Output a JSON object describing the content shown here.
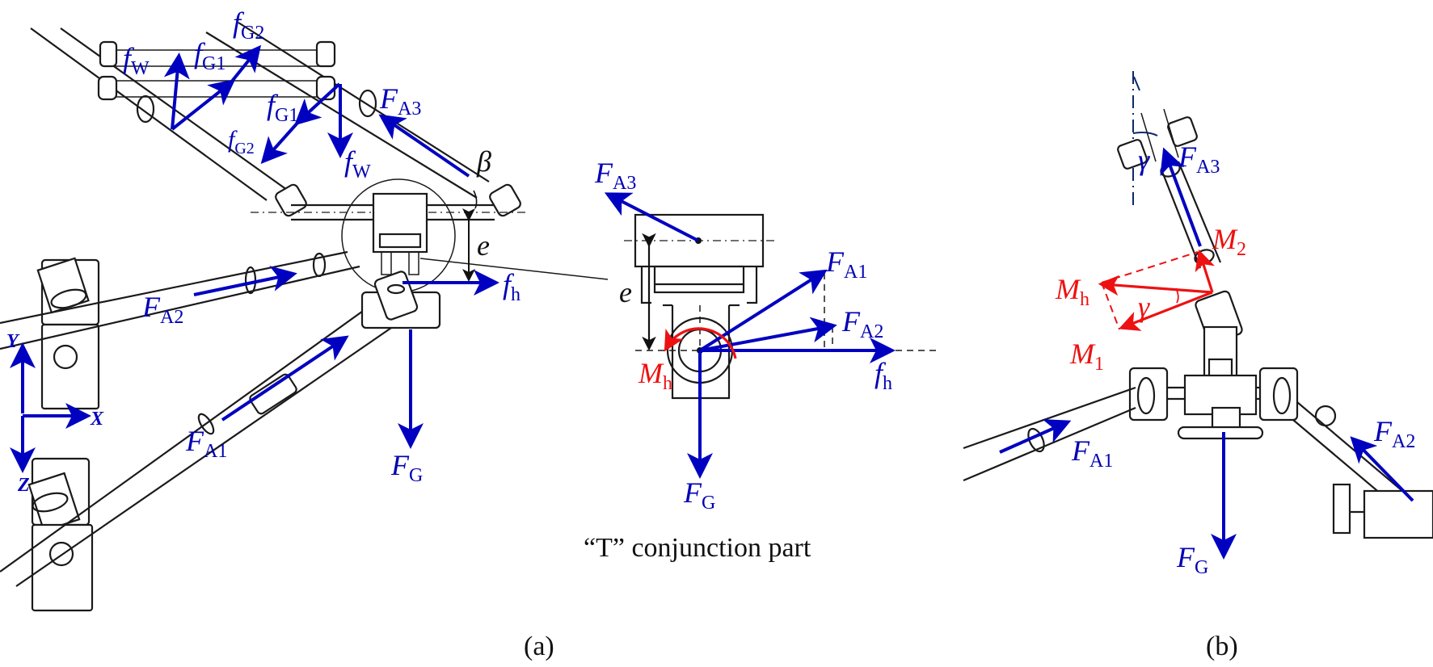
{
  "figure": {
    "panel_a": {
      "caption": "(a)",
      "upper_frame_forces": [
        {
          "symbol": "f",
          "sub": "W",
          "position": "upper-left"
        },
        {
          "symbol": "f",
          "sub": "G1",
          "position": "upper-left"
        },
        {
          "symbol": "f",
          "sub": "G2",
          "position": "upper-left"
        },
        {
          "symbol": "f",
          "sub": "G1",
          "position": "upper-middle"
        },
        {
          "symbol": "f",
          "sub": "G2",
          "position": "upper-middle"
        },
        {
          "symbol": "f",
          "sub": "W",
          "position": "upper-middle"
        }
      ],
      "labels": {
        "FA3": {
          "symbol": "F",
          "sub": "A3"
        },
        "beta": "β",
        "e": "e",
        "fh": {
          "symbol": "f",
          "sub": "h"
        },
        "FA2": {
          "symbol": "F",
          "sub": "A2"
        },
        "FA1": {
          "symbol": "F",
          "sub": "A1"
        },
        "FG": {
          "symbol": "F",
          "sub": "G"
        }
      },
      "axes": {
        "y": "Y",
        "x": "X",
        "z": "Z"
      }
    },
    "detail": {
      "caption": "“T” conjunction part",
      "labels": {
        "FA3": {
          "symbol": "F",
          "sub": "A3"
        },
        "FA1": {
          "symbol": "F",
          "sub": "A1"
        },
        "FA2": {
          "symbol": "F",
          "sub": "A2"
        },
        "e": "e",
        "Mh": {
          "symbol": "M",
          "sub": "h"
        },
        "fh": {
          "symbol": "f",
          "sub": "h"
        },
        "FG": {
          "symbol": "F",
          "sub": "G"
        }
      }
    },
    "panel_b": {
      "caption": "(b)",
      "labels": {
        "gamma_top": "γ",
        "FA3": {
          "symbol": "F",
          "sub": "A3"
        },
        "M2": {
          "symbol": "M",
          "sub": "2"
        },
        "Mh": {
          "symbol": "M",
          "sub": "h"
        },
        "gamma": "γ",
        "M1": {
          "symbol": "M",
          "sub": "1"
        },
        "FA1": {
          "symbol": "F",
          "sub": "A1"
        },
        "FA2": {
          "symbol": "F",
          "sub": "A2"
        },
        "FG": {
          "symbol": "F",
          "sub": "G"
        }
      }
    },
    "colors": {
      "force": "#0000c0",
      "moment": "#ee1111",
      "structure": "#1a1a1a",
      "axis": "#0b2a6b"
    }
  }
}
